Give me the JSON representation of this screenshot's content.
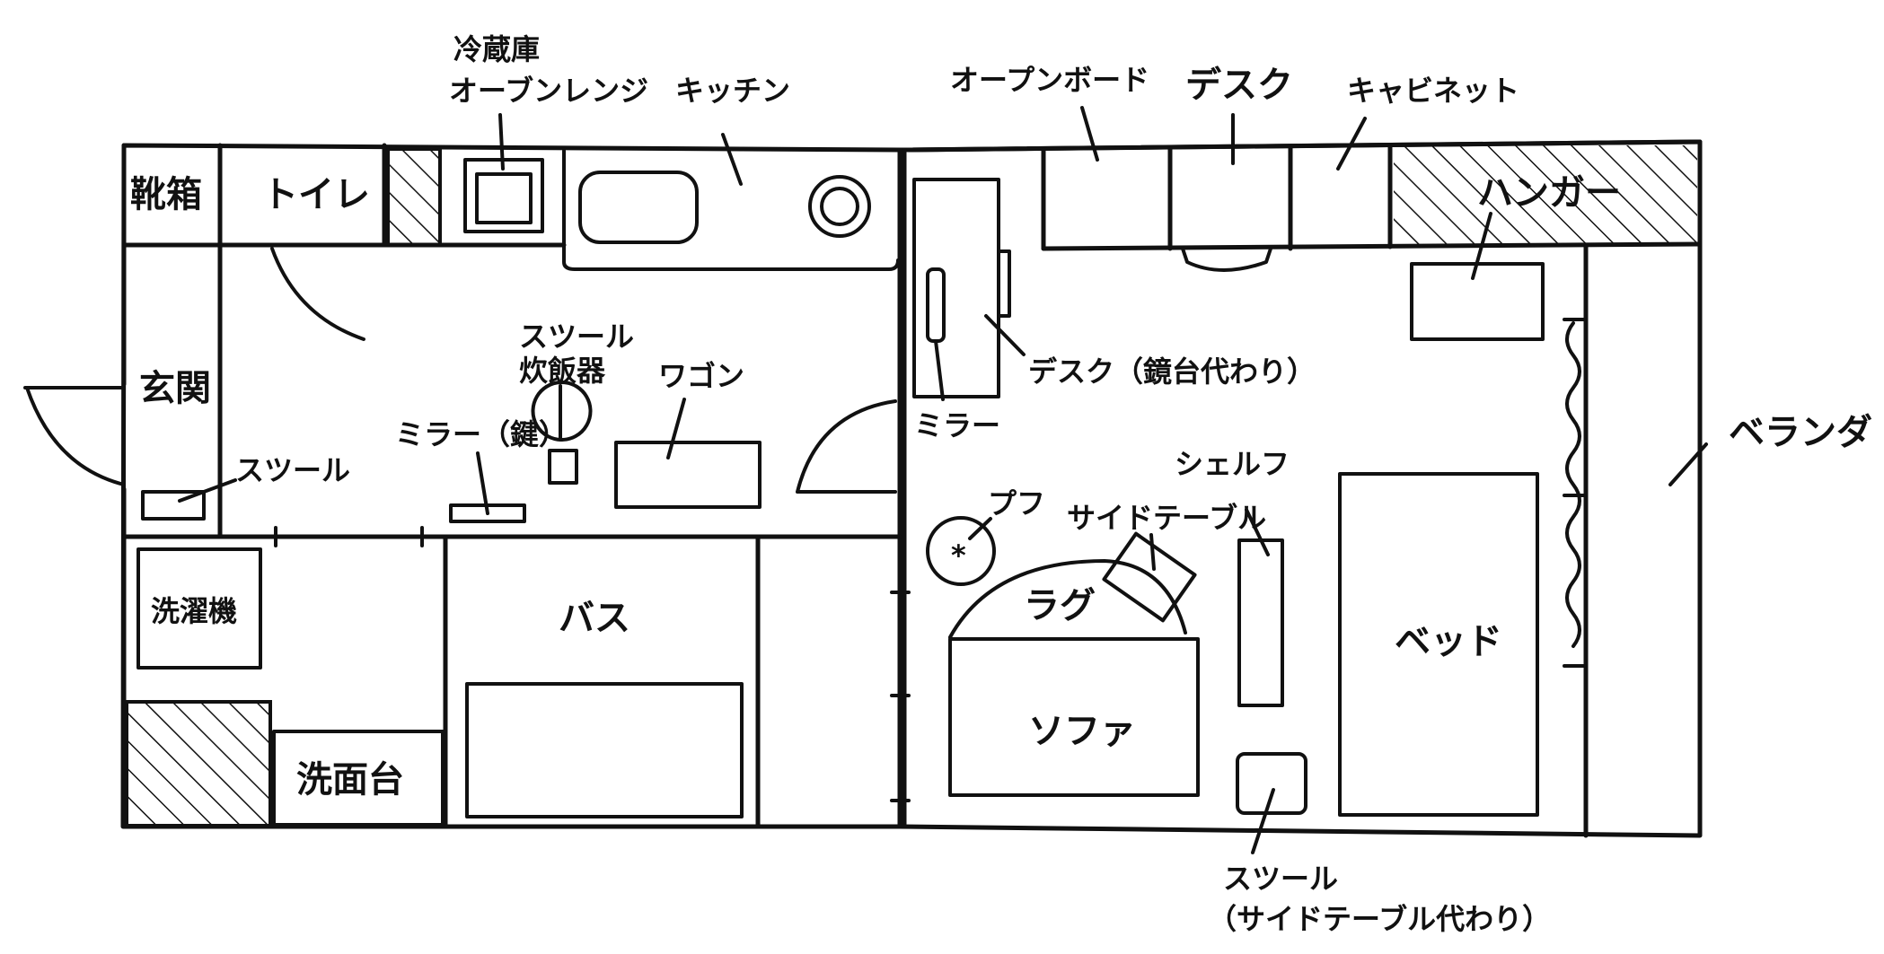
{
  "labels": {
    "shoe_box": "靴箱",
    "toilet": "トイレ",
    "fridge_line1": "冷蔵庫",
    "fridge_line2": "オーブンレンジ",
    "kitchen": "キッチン",
    "entrance": "玄関",
    "stool_rice_line1": "スツール",
    "stool_rice_line2": "炊飯器",
    "wagon": "ワゴン",
    "mirror_key": "ミラー（鍵）",
    "stool_entrance": "スツール",
    "washing_machine": "洗濯機",
    "bath": "バス",
    "washstand": "洗面台",
    "open_board": "オープンボード",
    "desk": "デスク",
    "cabinet": "キャビネット",
    "hanger": "ハンガー",
    "desk_vanity": "デスク（鏡台代わり）",
    "mirror": "ミラー",
    "veranda": "ベランダ",
    "shelf": "シェルフ",
    "pouf": "プフ",
    "side_table": "サイドテーブル",
    "rug": "ラグ",
    "sofa": "ソファ",
    "bed": "ベッド",
    "stool_side_line1": "スツール",
    "stool_side_line2": "（サイドテーブル代わり）"
  }
}
